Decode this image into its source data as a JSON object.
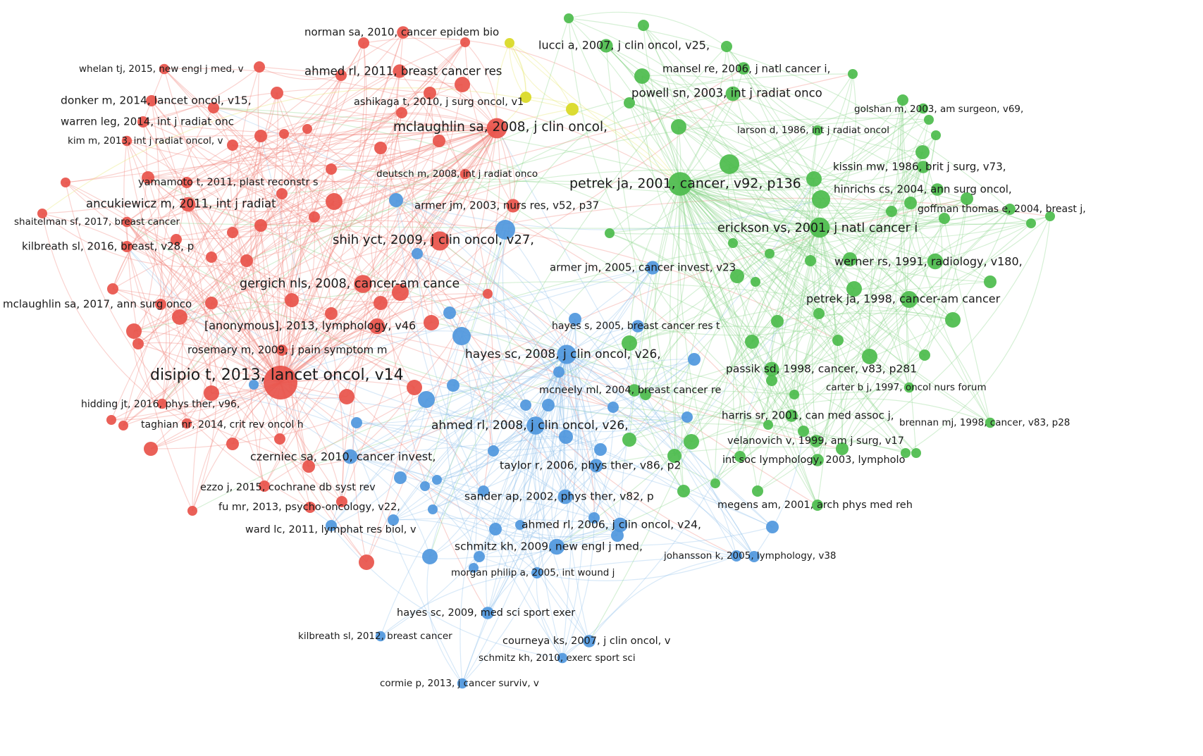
{
  "colors": {
    "red": "#e8534a",
    "green": "#4cbc4c",
    "blue": "#4f97dd",
    "yellow": "#d9d923",
    "edge_red": "#f08078",
    "edge_green": "#86d486",
    "edge_blue": "#8ebfec",
    "edge_yellow": "#e4e466"
  },
  "labeled_nodes": [
    {
      "id": "norman-sa-2010",
      "label": "norman sa, 2010, cancer epidem bio",
      "cluster": "red",
      "size": 1.1
    },
    {
      "id": "whelan-tj-2015",
      "label": "whelan tj, 2015, new engl j med, v",
      "cluster": "red",
      "size": 0.9
    },
    {
      "id": "ahmed-rl-2011",
      "label": "ahmed rl, 2011, breast cancer res",
      "cluster": "red",
      "size": 1.2
    },
    {
      "id": "donker-m-2014",
      "label": "donker m, 2014, lancet oncol, v15,",
      "cluster": "red",
      "size": 1.0
    },
    {
      "id": "ashikaga-t-2010",
      "label": "ashikaga t, 2010, j surg oncol, v1",
      "cluster": "red",
      "size": 1.0
    },
    {
      "id": "warren-leg-2014",
      "label": "warren leg, 2014, int j radiat onc",
      "cluster": "red",
      "size": 1.0
    },
    {
      "id": "mclaughlin-sa-2008",
      "label": "mclaughlin sa, 2008, j clin oncol,",
      "cluster": "red",
      "size": 1.8
    },
    {
      "id": "kim-m-2013",
      "label": "kim m, 2013, int j radiat oncol, v",
      "cluster": "red",
      "size": 0.9
    },
    {
      "id": "deutsch-m-2008",
      "label": "deutsch m, 2008, int j radiat onco",
      "cluster": "red",
      "size": 0.9
    },
    {
      "id": "yamamoto-t-2011",
      "label": "yamamoto t, 2011, plast reconstr s",
      "cluster": "red",
      "size": 1.0
    },
    {
      "id": "ancukiewicz-m-2011",
      "label": "ancukiewicz m, 2011, int j radiat",
      "cluster": "red",
      "size": 1.3
    },
    {
      "id": "shaitelman-sf-2017",
      "label": "shaitelman sf, 2017, breast cancer",
      "cluster": "red",
      "size": 0.9
    },
    {
      "id": "shih-ycy-2009",
      "label": "shih yct, 2009, j clin oncol, v27,",
      "cluster": "red",
      "size": 1.7
    },
    {
      "id": "kilbreath-sl-2016",
      "label": "kilbreath sl, 2016, breast, v28, p",
      "cluster": "red",
      "size": 1.0
    },
    {
      "id": "gergich-nls-2008",
      "label": "gergich nls, 2008, cancer-am cance",
      "cluster": "red",
      "size": 1.6
    },
    {
      "id": "mclaughlin-sa-2017",
      "label": "mclaughlin sa, 2017, ann surg onco",
      "cluster": "red",
      "size": 1.0
    },
    {
      "id": "anonymous-2013",
      "label": "[anonymous], 2013, lymphology, v46",
      "cluster": "red",
      "size": 1.4
    },
    {
      "id": "rosemary-m-2009",
      "label": "rosemary m, 2009, j pain symptom m",
      "cluster": "red",
      "size": 1.0
    },
    {
      "id": "disipio-t-2013",
      "label": "disipio t, 2013, lancet oncol, v14",
      "cluster": "red",
      "size": 3.0
    },
    {
      "id": "hidding-jt-2016",
      "label": "hidding jt, 2016, phys ther, v96,",
      "cluster": "red",
      "size": 0.9
    },
    {
      "id": "taghian-nr-2014",
      "label": "taghian nr, 2014, crit rev oncol h",
      "cluster": "red",
      "size": 0.9
    },
    {
      "id": "czerniec-sa-2010",
      "label": "czerniec sa, 2010, cancer invest,",
      "cluster": "blue",
      "size": 1.3
    },
    {
      "id": "ezzo-j-2015",
      "label": "ezzo j, 2015, cochrane db syst rev",
      "cluster": "red",
      "size": 1.0
    },
    {
      "id": "fu-mr-2013",
      "label": "fu mr, 2013, psycho-oncology, v22,",
      "cluster": "red",
      "size": 1.0
    },
    {
      "id": "ward-lc-2011",
      "label": "ward lc, 2011, lymphat res biol, v",
      "cluster": "blue",
      "size": 1.0
    },
    {
      "id": "lucci-a-2007",
      "label": "lucci a, 2007, j clin oncol, v25,",
      "cluster": "green",
      "size": 1.2
    },
    {
      "id": "mansel-re-2006",
      "label": "mansel re, 2006, j natl cancer i,",
      "cluster": "green",
      "size": 1.1
    },
    {
      "id": "powell-sn-2003",
      "label": "powell sn, 2003, int j radiat onco",
      "cluster": "green",
      "size": 1.3
    },
    {
      "id": "golshan-m-2003",
      "label": "golshan m, 2003, am surgeon, v69,",
      "cluster": "green",
      "size": 0.9
    },
    {
      "id": "larson-d-1986",
      "label": "larson d, 1986, int j radiat oncol",
      "cluster": "green",
      "size": 0.9
    },
    {
      "id": "kissin-mw-1986",
      "label": "kissin mw, 1986, brit j surg, v73,",
      "cluster": "green",
      "size": 1.1
    },
    {
      "id": "petrek-ja-2001",
      "label": "petrek ja, 2001, cancer, v92, p136",
      "cluster": "green",
      "size": 2.1
    },
    {
      "id": "hinrichs-cs-2004",
      "label": "hinrichs cs, 2004, ann surg oncol,",
      "cluster": "green",
      "size": 1.1
    },
    {
      "id": "goffman-thomas-e-2004",
      "label": "goffman thomas e, 2004, breast j,",
      "cluster": "green",
      "size": 1.0
    },
    {
      "id": "armer-jm-2003",
      "label": "armer jm, 2003, nurs res, v52, p37",
      "cluster": "red",
      "size": 1.2
    },
    {
      "id": "erickson-vs-2001",
      "label": "erickson vs, 2001, j natl cancer i",
      "cluster": "green",
      "size": 1.8
    },
    {
      "id": "armer-jm-2005",
      "label": "armer jm, 2005, cancer invest, v23",
      "cluster": "blue",
      "size": 1.2
    },
    {
      "id": "werner-rs-1991",
      "label": "werner rs, 1991, radiology, v180,",
      "cluster": "green",
      "size": 1.4
    },
    {
      "id": "petrek-ja-1998",
      "label": "petrek ja, 1998, cancer-am cancer",
      "cluster": "green",
      "size": 1.5
    },
    {
      "id": "hayes-s-2005",
      "label": "hayes s, 2005, breast cancer res t",
      "cluster": "blue",
      "size": 1.1
    },
    {
      "id": "hayes-sc-2008",
      "label": "hayes sc, 2008, j clin oncol, v26,",
      "cluster": "blue",
      "size": 1.7
    },
    {
      "id": "passik-sd-1998",
      "label": "passik sd, 1998, cancer, v83, p281",
      "cluster": "green",
      "size": 1.3
    },
    {
      "id": "carter-bj-1997",
      "label": "carter b j, 1997, oncol nurs forum",
      "cluster": "green",
      "size": 0.9
    },
    {
      "id": "mcneely-ml-2004",
      "label": "mcneely ml, 2004, breast cancer re",
      "cluster": "green",
      "size": 1.1
    },
    {
      "id": "harris-sr-2001",
      "label": "harris sr, 2001, can med assoc j,",
      "cluster": "green",
      "size": 1.1
    },
    {
      "id": "brennan-mj-1998",
      "label": "brennan mj, 1998, cancer, v83, p28",
      "cluster": "green",
      "size": 0.9
    },
    {
      "id": "ahmed-rl-2008",
      "label": "ahmed rl, 2008, j clin oncol, v26,",
      "cluster": "blue",
      "size": 1.6
    },
    {
      "id": "velanovich-v-1999",
      "label": "velanovich v, 1999, am j surg, v17",
      "cluster": "green",
      "size": 1.1
    },
    {
      "id": "int-soc-lymphology-2003",
      "label": "int soc lymphology, 2003, lympholo",
      "cluster": "green",
      "size": 1.1
    },
    {
      "id": "taylor-r-2006",
      "label": "taylor r, 2006, phys ther, v86, p2",
      "cluster": "blue",
      "size": 1.2
    },
    {
      "id": "sander-ap-2002",
      "label": "sander ap, 2002, phys ther, v82, p",
      "cluster": "blue",
      "size": 1.3
    },
    {
      "id": "megens-am-2001",
      "label": "megens am, 2001, arch phys med reh",
      "cluster": "green",
      "size": 1.0
    },
    {
      "id": "ahmed-rl-2006",
      "label": "ahmed rl, 2006, j clin oncol, v24,",
      "cluster": "blue",
      "size": 1.3
    },
    {
      "id": "schmitz-kh-2009",
      "label": "schmitz kh, 2009, new engl j med,",
      "cluster": "blue",
      "size": 1.4
    },
    {
      "id": "johansson-k-2005",
      "label": "johansson k, 2005, lymphology, v38",
      "cluster": "blue",
      "size": 1.0
    },
    {
      "id": "morgan-philip-a-2005",
      "label": "morgan philip a, 2005, int wound j",
      "cluster": "blue",
      "size": 1.0
    },
    {
      "id": "hayes-sc-2009",
      "label": "hayes sc, 2009, med sci sport exer",
      "cluster": "blue",
      "size": 1.1
    },
    {
      "id": "kilbreath-sl-2012",
      "label": "kilbreath sl, 2012, breast cancer",
      "cluster": "blue",
      "size": 0.9
    },
    {
      "id": "courneya-ks-2007",
      "label": "courneya ks, 2007, j clin oncol, v",
      "cluster": "blue",
      "size": 1.1
    },
    {
      "id": "schmitz-kh-2010",
      "label": "schmitz kh, 2010, exerc sport sci",
      "cluster": "blue",
      "size": 0.9
    },
    {
      "id": "cormie-p-2013",
      "label": "cormie p, 2013, j cancer surviv, v",
      "cluster": "blue",
      "size": 0.9
    }
  ]
}
